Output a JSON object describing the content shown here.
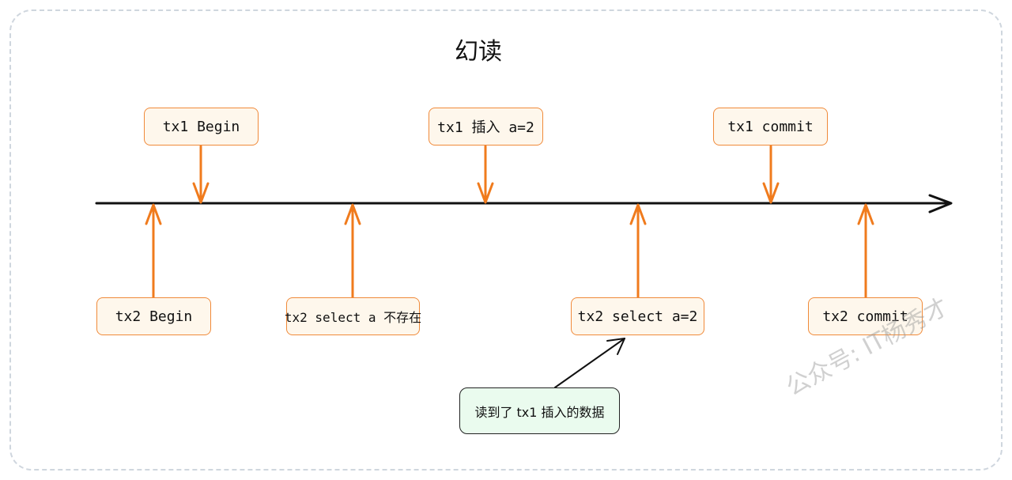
{
  "title": "幻读",
  "events_top": [
    {
      "id": "tx1-begin",
      "label": "tx1 Begin"
    },
    {
      "id": "tx1-insert",
      "label": "tx1 插入 a=2"
    },
    {
      "id": "tx1-commit",
      "label": "tx1 commit"
    }
  ],
  "events_bottom": [
    {
      "id": "tx2-begin",
      "label": "tx2 Begin"
    },
    {
      "id": "tx2-select-missing",
      "label": "tx2 select a 不存在"
    },
    {
      "id": "tx2-select-found",
      "label": "tx2 select a=2"
    },
    {
      "id": "tx2-commit",
      "label": "tx2 commit"
    }
  ],
  "note": "读到了 tx1 插入的数据",
  "watermark": "公众号: IT杨秀才",
  "colors": {
    "arrow": "#f07b1d",
    "box_fill": "#fef7ec",
    "box_border": "#f08a3a",
    "note_fill": "#eafbee",
    "timeline": "#111111"
  }
}
